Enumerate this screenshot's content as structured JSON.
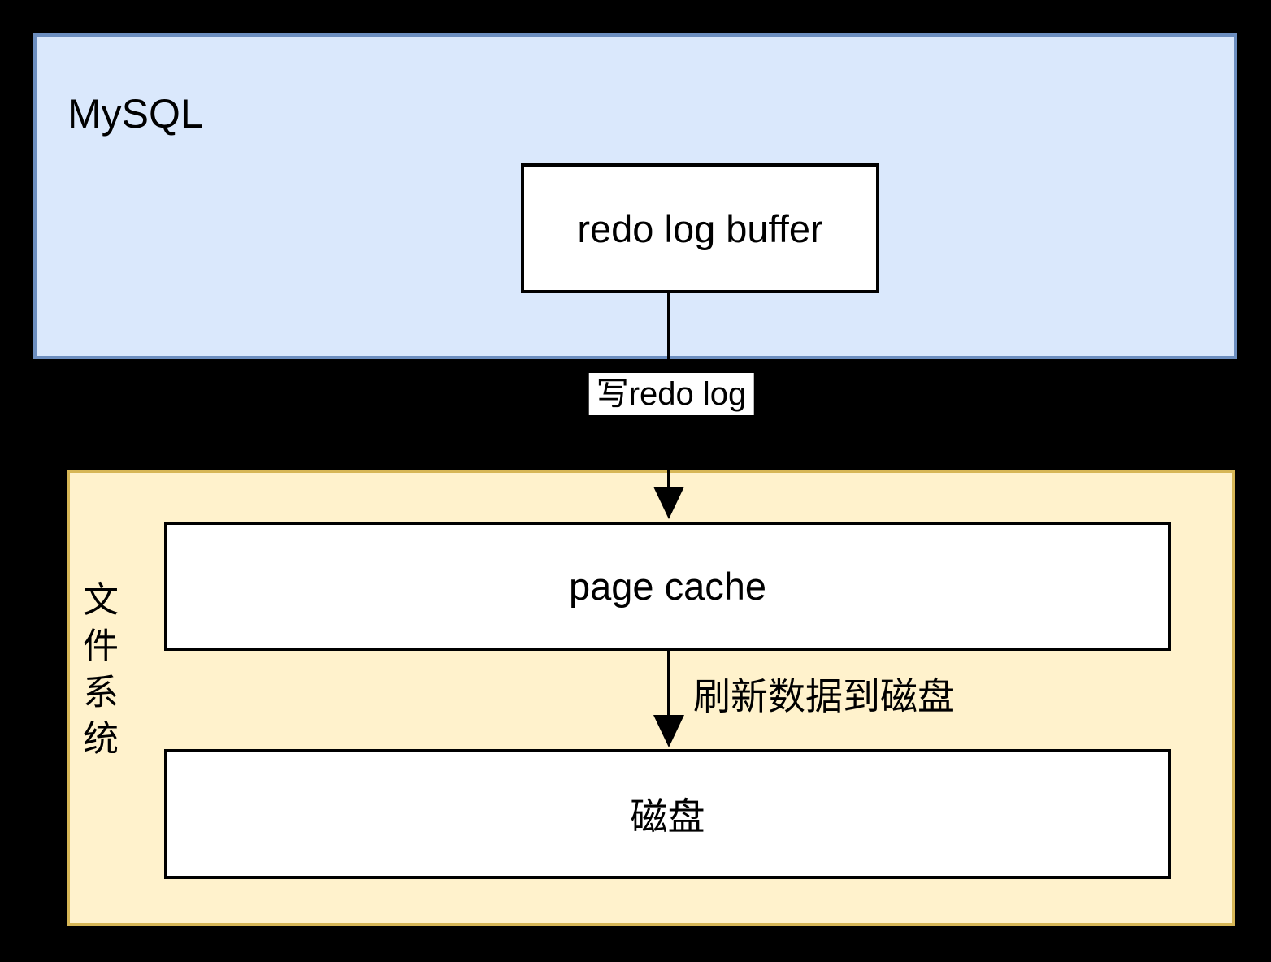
{
  "diagram": {
    "title": "MySQL redo log flush flow",
    "containers": {
      "mysql": {
        "label": "MySQL"
      },
      "filesystem": {
        "label": "文件系统"
      }
    },
    "nodes": {
      "redo_log_buffer": {
        "label": "redo log buffer"
      },
      "page_cache": {
        "label": "page cache"
      },
      "disk": {
        "label": "磁盘"
      }
    },
    "edges": {
      "write_redo_log": {
        "label": "写redo log",
        "from": "redo_log_buffer",
        "to": "page_cache"
      },
      "flush_to_disk": {
        "label": "刷新数据到磁盘",
        "from": "page_cache",
        "to": "disk"
      }
    },
    "colors": {
      "bg": "#000000",
      "blue-fill": "#dae8fc",
      "blue-stroke": "#6c8ebf",
      "yellow-fill": "#fff2cc",
      "yellow-stroke": "#d6b656",
      "node-fill": "#ffffff",
      "node-stroke": "#000000",
      "text": "#000000"
    }
  }
}
